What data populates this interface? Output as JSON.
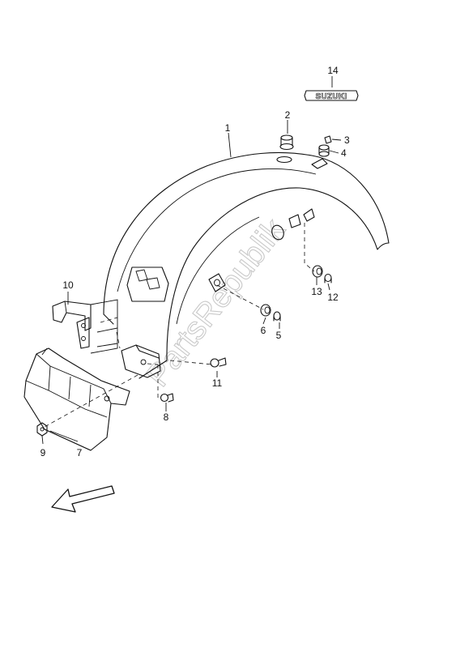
{
  "diagram": {
    "part_labels": {
      "p1": "1",
      "p2": "2",
      "p3": "3",
      "p4": "4",
      "p5": "5",
      "p6": "6",
      "p7": "7",
      "p8": "8",
      "p9": "9",
      "p10": "10",
      "p11": "11",
      "p12": "12",
      "p13": "13",
      "p14": "14"
    },
    "emblem_text": "SUZUKI",
    "watermark": "PartsRepublik"
  }
}
